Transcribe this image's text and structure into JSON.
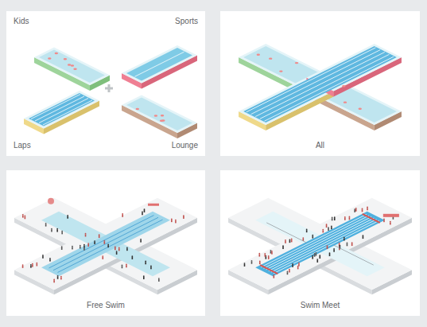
{
  "diagram": {
    "nodes": [
      {
        "text": [
          "Kids",
          "Sports",
          "Laps",
          "Lounge"
        ]
      },
      {
        "text": [
          "All"
        ]
      },
      {
        "text": [
          "Free Swim"
        ]
      },
      {
        "text": [
          "Swim Meet"
        ]
      }
    ]
  }
}
